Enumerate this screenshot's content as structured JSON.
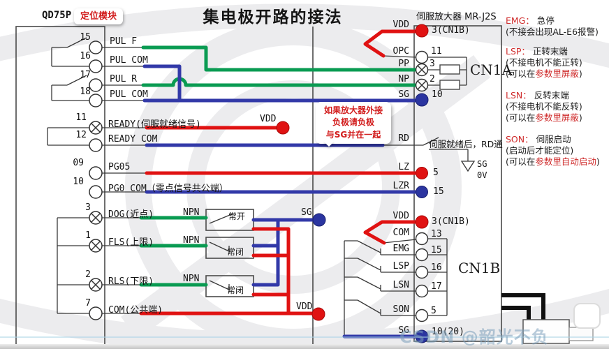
{
  "title": "集电极开路的接法",
  "watermark": "CSDN @韶光不负",
  "colors": {
    "wire_red": "#e01212",
    "wire_blue": "#3239a8",
    "wire_green": "#0a9b52",
    "accent_red_text": "#cf2b2b"
  },
  "qd75p": {
    "title": "QD75P",
    "badge": "定位模块",
    "nums": [
      "15",
      "16",
      "17",
      "18",
      "11",
      "12",
      "09",
      "10",
      "3",
      "1",
      "2",
      "7"
    ],
    "labels": [
      "PUL F",
      "PUL COM",
      "PUL R",
      "PUL COM",
      "READY(伺服就绪信号)",
      "READY COM",
      "PG05",
      "PG0 COM（零点信号共公端）",
      "DOG(近点)",
      "FLS(上限)",
      "RLS(下限)",
      "COM(公共端)"
    ]
  },
  "servo": {
    "title": "伺服放大器 MR-J2S",
    "cn1a": "CN1A",
    "cn1b": "CN1B",
    "labels": [
      "VDD",
      "OPC",
      "PP",
      "NP",
      "SG",
      "RD",
      "LZ",
      "LZR",
      "VDD",
      "COM",
      "EMG",
      "LSP",
      "LSN",
      "SON",
      "SG"
    ],
    "nums": [
      "3(CN1B)",
      "11",
      "3",
      "2",
      "10",
      "5",
      "15",
      "3(CN1B)",
      "13",
      "15",
      "16",
      "17",
      "5",
      "10(20)"
    ],
    "rd_note": "伺服就绪后，RD通",
    "gnd_sg": "SG",
    "gnd_0v": "0V"
  },
  "floats": {
    "vdd": "VDD",
    "sg": "SG",
    "npn": "NPN",
    "no": "常开",
    "nc": "常闭"
  },
  "note_box": {
    "lines": [
      [
        {
          "t": "如果放大器外接"
        }
      ],
      [
        {
          "t": "负极请负极"
        }
      ],
      [
        {
          "t": "与"
        },
        {
          "t": "SG",
          "c": "sgbold"
        },
        {
          "t": "并在一起"
        }
      ]
    ]
  },
  "annotations": [
    {
      "lines": [
        [
          {
            "t": "EMG：",
            "c": "red"
          },
          {
            "t": " 急停"
          }
        ],
        [
          {
            "t": "(不接会出现AL-E6报警)"
          }
        ]
      ]
    },
    {
      "lines": [
        [
          {
            "t": "LSP：",
            "c": "red"
          },
          {
            "t": " 正转末端"
          }
        ],
        [
          {
            "t": "(不接电机不能正转)"
          }
        ],
        [
          {
            "t": "(可以在"
          },
          {
            "t": "参数里屏蔽",
            "c": "red"
          },
          {
            "t": ")"
          }
        ]
      ]
    },
    {
      "lines": [
        [
          {
            "t": "LSN：",
            "c": "red"
          },
          {
            "t": " 反转末端"
          }
        ],
        [
          {
            "t": "(不接电机不能反转)"
          }
        ],
        [
          {
            "t": "(可以在"
          },
          {
            "t": "参数里屏蔽",
            "c": "red"
          },
          {
            "t": ")"
          }
        ]
      ]
    },
    {
      "lines": [
        [
          {
            "t": "SON：",
            "c": "red"
          },
          {
            "t": " 伺服启动"
          }
        ],
        [
          {
            "t": "(启动后才能定位)"
          }
        ],
        [
          {
            "t": "(可以在"
          },
          {
            "t": "参数里自动启动",
            "c": "red"
          },
          {
            "t": ")"
          }
        ]
      ]
    }
  ]
}
